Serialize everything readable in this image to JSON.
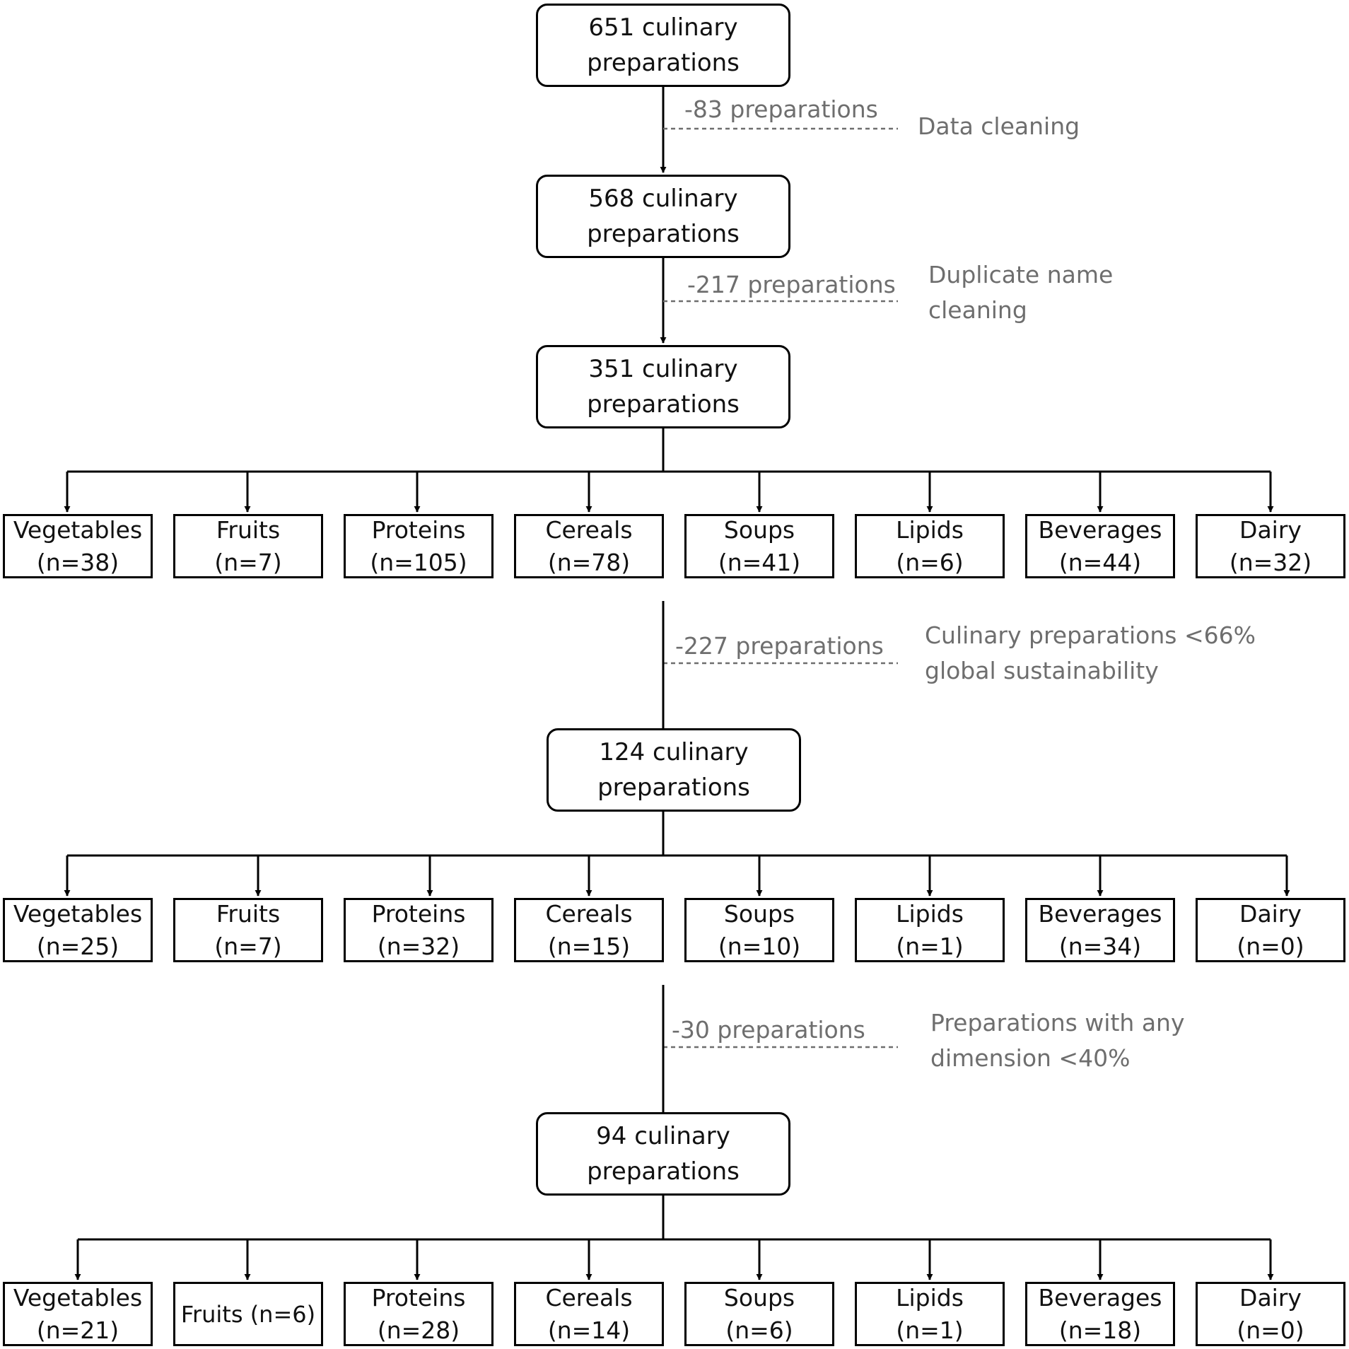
{
  "levels": [
    {
      "label": "651 culinary preparations",
      "line1": "651 culinary",
      "line2": "preparations"
    },
    {
      "label": "568 culinary preparations",
      "line1": "568 culinary",
      "line2": "preparations"
    },
    {
      "label": "351 culinary preparations",
      "line1": "351 culinary",
      "line2": "preparations"
    },
    {
      "label": "124 culinary preparations",
      "line1": "124 culinary",
      "line2": "preparations"
    },
    {
      "label": "94 culinary preparations",
      "line1": "94 culinary",
      "line2": "preparations"
    }
  ],
  "removals": [
    {
      "removed": "-83 preparations",
      "reason_lines": [
        "Data cleaning"
      ]
    },
    {
      "removed": "-217 preparations",
      "reason_lines": [
        "Duplicate name",
        "cleaning"
      ]
    },
    {
      "removed": "-227 preparations",
      "reason_lines": [
        "Culinary preparations <66%",
        "global sustainability"
      ]
    },
    {
      "removed": "-30 preparations",
      "reason_lines": [
        "Preparations with any",
        "dimension <40%"
      ]
    }
  ],
  "category_groups": [
    {
      "categories": [
        {
          "name": "Vegetables",
          "count": "(n=38)"
        },
        {
          "name": "Fruits",
          "count": "(n=7)"
        },
        {
          "name": "Proteins",
          "count": "(n=105)"
        },
        {
          "name": "Cereals",
          "count": "(n=78)"
        },
        {
          "name": "Soups",
          "count": "(n=41)"
        },
        {
          "name": "Lipids",
          "count": "(n=6)"
        },
        {
          "name": "Beverages",
          "count": "(n=44)"
        },
        {
          "name": "Dairy",
          "count": "(n=32)"
        }
      ]
    },
    {
      "categories": [
        {
          "name": "Vegetables",
          "count": "(n=25)"
        },
        {
          "name": "Fruits",
          "count": "(n=7)"
        },
        {
          "name": "Proteins",
          "count": "(n=32)"
        },
        {
          "name": "Cereals",
          "count": "(n=15)"
        },
        {
          "name": "Soups",
          "count": "(n=10)"
        },
        {
          "name": "Lipids",
          "count": "(n=1)"
        },
        {
          "name": "Beverages",
          "count": "(n=34)"
        },
        {
          "name": "Dairy",
          "count": "(n=0)"
        }
      ]
    },
    {
      "categories": [
        {
          "name": "Vegetables",
          "count": "(n=21)"
        },
        {
          "name": "Fruits (n=6)",
          "count": ""
        },
        {
          "name": "Proteins",
          "count": "(n=28)"
        },
        {
          "name": "Cereals",
          "count": "(n=14)"
        },
        {
          "name": "Soups",
          "count": "(n=6)"
        },
        {
          "name": "Lipids",
          "count": "(n=1)"
        },
        {
          "name": "Beverages",
          "count": "(n=18)"
        },
        {
          "name": "Dairy",
          "count": "(n=0)"
        }
      ]
    }
  ],
  "colors": {
    "line": "#000000",
    "annotation": "#6e6e6e",
    "dashed": "#6e6e6e"
  }
}
